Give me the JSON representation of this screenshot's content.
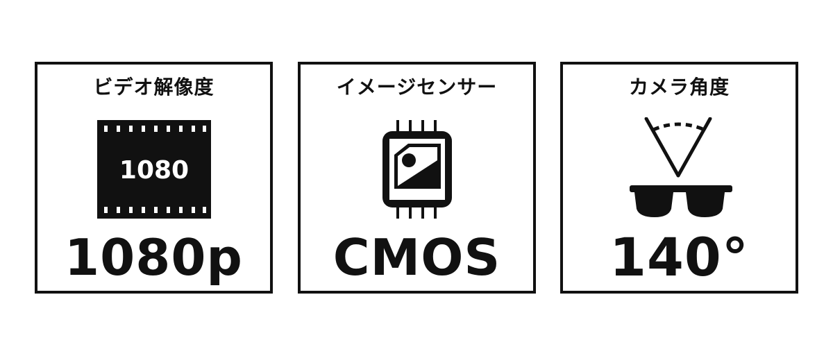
{
  "cards": [
    {
      "label": "ビデオ解像度",
      "icon": "film-strip-icon",
      "icon_text": "1080",
      "value": "1080p"
    },
    {
      "label": "イメージセンサー",
      "icon": "image-sensor-chip-icon",
      "value": "CMOS"
    },
    {
      "label": "カメラ角度",
      "icon": "sunglasses-camera-angle-icon",
      "value": "140°"
    }
  ],
  "colors": {
    "ink": "#111111",
    "background": "#ffffff"
  }
}
